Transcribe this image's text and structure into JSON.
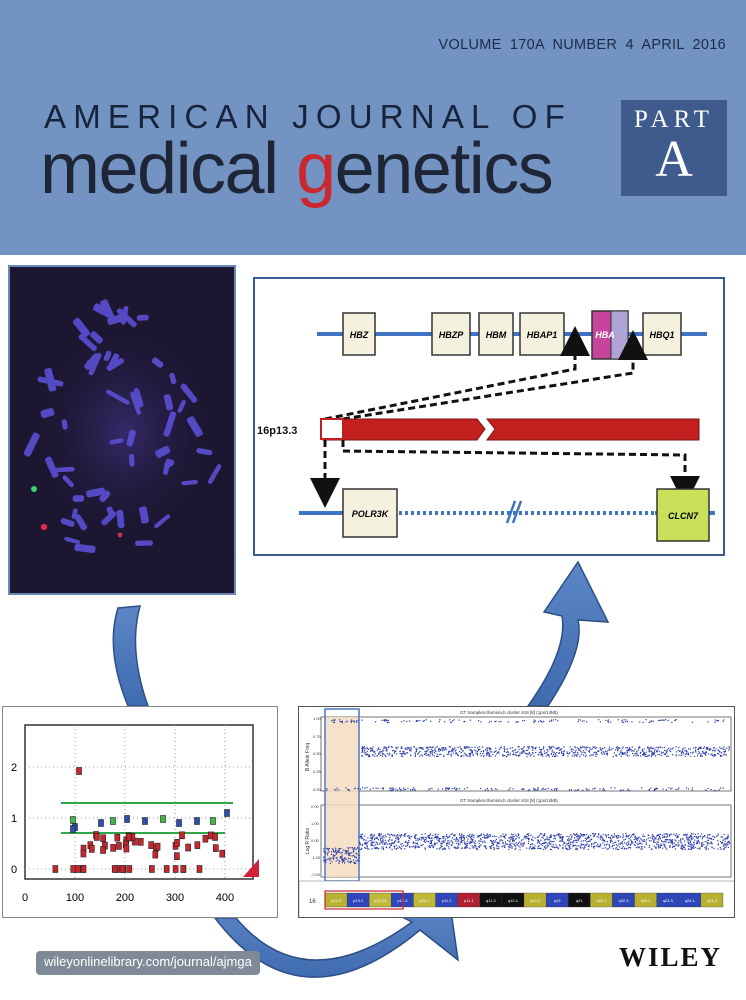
{
  "issue": {
    "line": "VOLUME 170A   NUMBER 4   APRIL 2016"
  },
  "journal": {
    "top_line": "AMERICAN JOURNAL OF",
    "main_before": "medical ",
    "main_accent": "g",
    "main_after": "enetics",
    "accent_color": "#c8282e"
  },
  "part": {
    "label": "PART",
    "letter": "A"
  },
  "gene_map": {
    "band": "16p13.3",
    "top_genes": [
      "HBZ",
      "HBZP",
      "HBM",
      "HBAP1",
      "HBA",
      "HBQ1"
    ],
    "bottom_genes": [
      "POLR3K",
      "CLCN7"
    ]
  },
  "plot": {
    "y_ticks": [
      "2",
      "1",
      "0"
    ],
    "x_ticks": [
      "0",
      "100",
      "200",
      "300",
      "400"
    ]
  },
  "array": {
    "top_title": "GT Samples.Illumina.b cluster 618 [8] (1px/14kB)",
    "bottom_title": "GT Samples.Illumina.b cluster 618 [8] (1px/14kB)",
    "top_axis_label": "B Allele Freq",
    "bottom_axis_label": "Log R Ratio",
    "top_ticks": [
      "1.00",
      "0.75",
      "0.50",
      "0.25",
      "0.00"
    ],
    "bottom_ticks": [
      "2.00",
      "1.00",
      "0.00",
      "-1.00",
      "-2.00"
    ],
    "chromosome": "16",
    "bands": [
      "p13.3",
      "p13.2",
      "p13.13",
      "p12.3",
      "p12.1",
      "p11.2",
      "p11.1",
      "q11.2",
      "q12.1",
      "q12.2",
      "q13",
      "q21",
      "q22.1",
      "q22.3",
      "q23.1",
      "q23.3",
      "q24.1",
      "q24.3"
    ]
  },
  "footer": {
    "url": "wileyonlinelibrary.com/journal/ajmga",
    "publisher": "WILEY"
  }
}
